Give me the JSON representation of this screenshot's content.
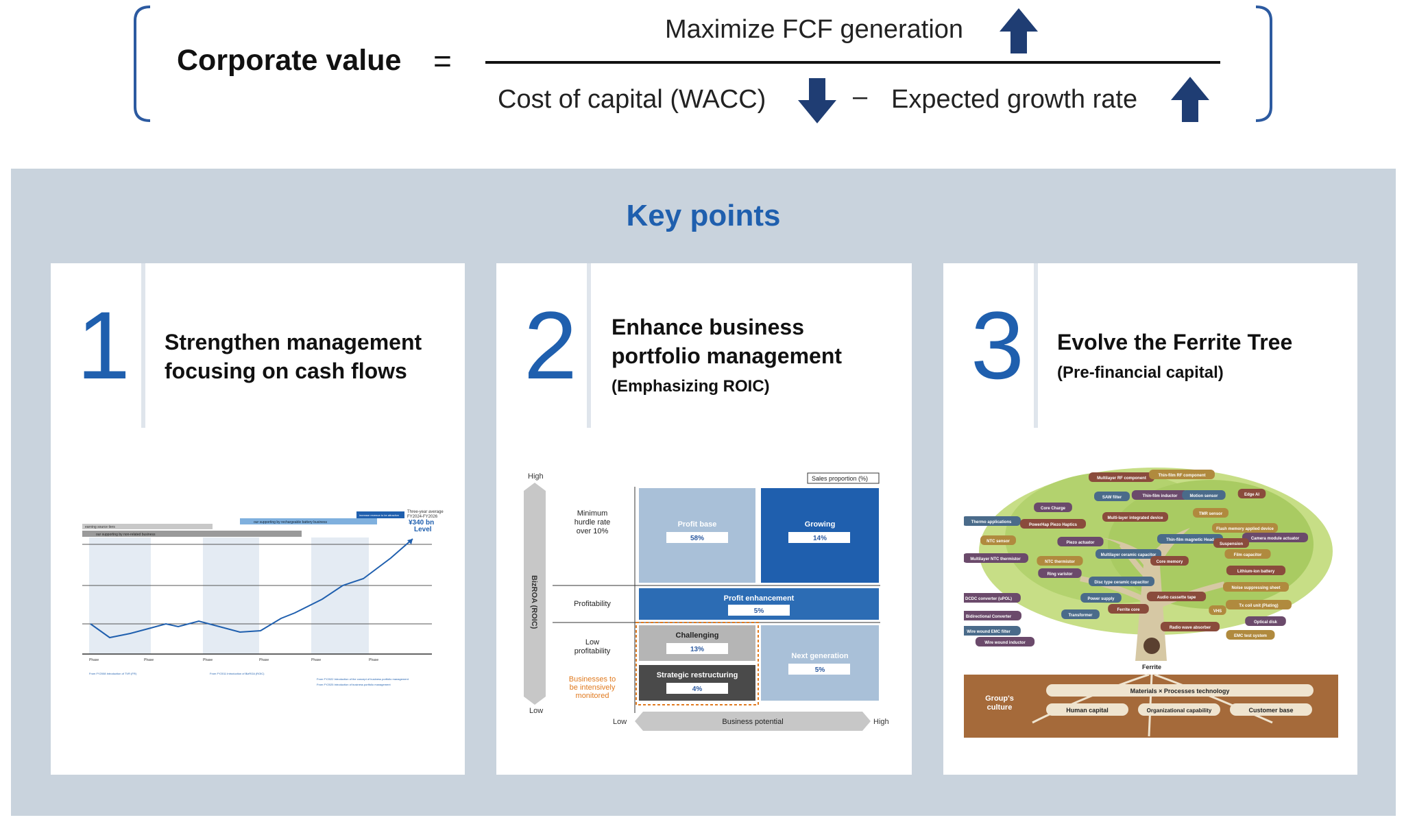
{
  "formula": {
    "lhs": "Corporate value",
    "equals": "=",
    "numerator": "Maximize FCF generation",
    "denominator_left": "Cost of capital (WACC)",
    "minus": "–",
    "denominator_right": "Expected growth rate"
  },
  "key_points": {
    "title": "Key points",
    "cards": [
      {
        "number": "1",
        "title_lines": [
          "Strengthen management",
          "focusing on cash flows"
        ],
        "subtitle": ""
      },
      {
        "number": "2",
        "title_lines": [
          "Enhance business",
          "portfolio management"
        ],
        "subtitle": "(Emphasizing ROIC)"
      },
      {
        "number": "3",
        "title_lines": [
          "Evolve the Ferrite Tree"
        ],
        "subtitle": "(Pre-financial capital)"
      }
    ]
  },
  "history_chart": {
    "banners": [
      "earning source tiers",
      "our supporting by non-related business",
      "our supporting by rechargeable battery business",
      "increase revenue to be attractive"
    ],
    "value_callout": [
      "Three-year average",
      "FY2024-FY2026",
      "¥340 bn",
      "Level"
    ],
    "phases": [
      "Phase",
      "Phase",
      "Phase",
      "Phase",
      "Phase",
      "Phase"
    ],
    "milestones": [
      "From FY2008 Introduction of TVR (FR)",
      "From FY2011 Introduction of BizROA (ROIC)",
      "From FY2022 Introduction of the concept of business portfolio management",
      "From FY2025 Introduction of business portfolio management"
    ]
  },
  "portfolio_matrix": {
    "legend_box": "Sales proportion (%)",
    "y_high": "High",
    "y_low": "Low",
    "y_axis_label": "BizROA (ROIC)",
    "x_low": "Low",
    "x_high": "High",
    "x_axis_label": "Business potential",
    "row_labels": [
      [
        "Minimum",
        "hurdle rate",
        "over 10%"
      ],
      [
        "Profitability"
      ],
      [
        "Low",
        "profitability"
      ]
    ],
    "note": [
      "Businesses to",
      "be intensively",
      "monitored"
    ],
    "cells": [
      {
        "name": "Profit base",
        "value": "58%"
      },
      {
        "name": "Growing",
        "value": "14%"
      },
      {
        "name": "Profit enhancement",
        "value": "5%"
      },
      {
        "name": "Challenging",
        "value": "13%"
      },
      {
        "name": "Strategic restructuring",
        "value": "4%"
      },
      {
        "name": "Next generation",
        "value": "5%"
      }
    ]
  },
  "ferrite_tree": {
    "trunk_label": "Ferrite",
    "ground_left": [
      "Group's",
      "culture"
    ],
    "ground_top": "Materials × Processes technology",
    "ground_bottom": [
      "Human capital",
      "Organizational capability",
      "Customer base"
    ],
    "leaves": [
      "Multilayer RF component",
      "Thin-film RF component",
      "Thin-film inductor",
      "Motion sensor",
      "Edge AI",
      "TMR sensor",
      "Core Charge",
      "SAW filter",
      "Multi-layer integrated device",
      "Flash memory applied device",
      "Camera module actuator",
      "Thermo applications",
      "PowerHap Piezo Haptics",
      "NTC sensor",
      "Piezo actuator",
      "Thin-film magnetic Head",
      "Suspension",
      "Film capacitor",
      "Multilayer NTC thermistor",
      "Multilayer ceramic capacitor",
      "Core memory",
      "NTC thermistor",
      "Ring varistor",
      "Disc type ceramic capacitor",
      "Lithium-ion battery",
      "Noise suppressing sheet",
      "DCDC converter (uPOL)",
      "Power supply",
      "Audio cassette tape",
      "Tx coil unit (Plating)",
      "Bidirectional Converter",
      "Transformer",
      "Ferrite core",
      "VHS",
      "Optical disk",
      "Wire wound EMC filter",
      "Radio wave absorber",
      "EMC test system",
      "Wire wound inductor"
    ]
  }
}
